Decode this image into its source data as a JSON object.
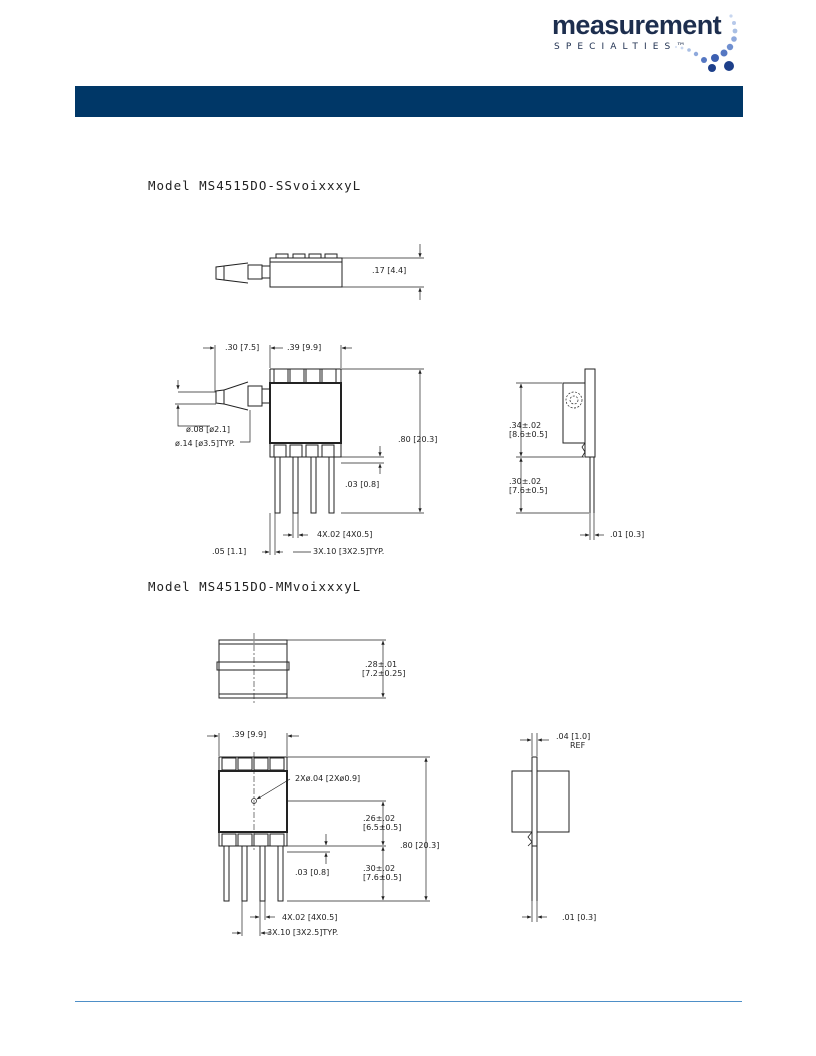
{
  "header": {
    "logo_word": "measurement",
    "logo_sub": "SPECIALTIES™"
  },
  "sections": {
    "ss": {
      "title": "Model MS4515DO-SSvoixxxyL",
      "dims": {
        "height": ".17  [4.4]",
        "left_width": ".30  [7.5]",
        "body_width": ".39  [9.9]",
        "tube_od": "ø.08  [ø2.1]",
        "tube_max": "ø.14  [ø3.5]TYP.",
        "body_height": ".80  [20.3]",
        "pin_gap": ".03  [0.8]",
        "pin_width": "4X.02  [4X0.5]",
        "pin_offset": ".05  [1.1]",
        "pin_pitch": "3X.10  [3X2.5]TYP.",
        "side_upper_a": ".34±.02",
        "side_upper_b": "[8.6±0.5]",
        "side_lower_a": ".30±.02",
        "side_lower_b": "[7.6±0.5]",
        "side_thick": ".01  [0.3]"
      }
    },
    "mm": {
      "title": "Model MS4515DO-MMvoixxxyL",
      "dims": {
        "height_a": ".28±.01",
        "height_b": "[7.2±0.25]",
        "body_width": ".39  [9.9]",
        "hole": "2Xø.04  [2Xø0.9]",
        "upper_a": ".26±.02",
        "upper_b": "[6.5±0.5]",
        "body_height": ".80  [20.3]",
        "pin_gap": ".03  [0.8]",
        "lower_a": ".30±.02",
        "lower_b": "[7.6±0.5]",
        "pin_width": "4X.02  [4X0.5]",
        "pin_pitch": "3X.10  [3X2.5]TYP.",
        "side_thick": ".04  [1.0]",
        "side_ref": "REF",
        "side_thin": ".01  [0.3]"
      }
    }
  },
  "colors": {
    "banner": "#003767",
    "footer_line": "#4e8fc7",
    "logo_text": "#1d2e4e",
    "logo_dot_dark": "#1d3f8a",
    "logo_dot_light": "#a9bfe4"
  }
}
